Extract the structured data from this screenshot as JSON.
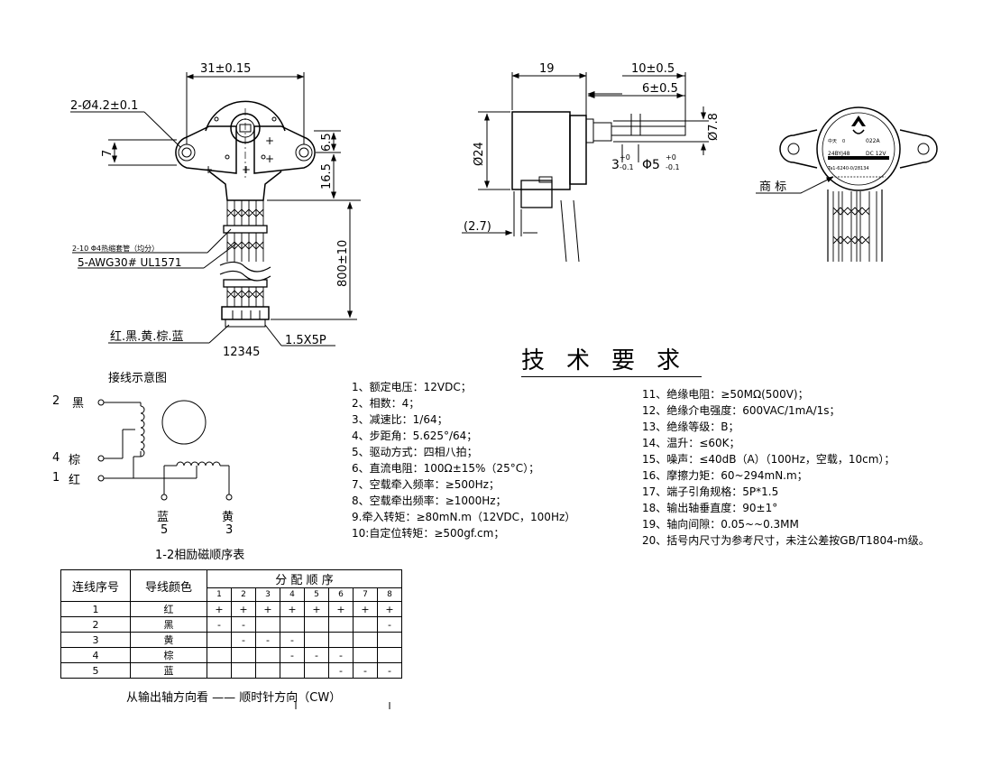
{
  "front_view": {
    "dim_width": "31±0.15",
    "dim_holes": "2-Ø4.2±0.1",
    "dim_left_7": "7",
    "dim_right_65": "6.5",
    "dim_right_165": "16.5",
    "dim_lead_800": "800±10",
    "sleeve_note": "2-10 Φ4热缩套管（均分）",
    "wire_note": "5-AWG30# UL1571",
    "wire_colors": "红.黑.黄.棕.蓝",
    "pin_numbers": "12345",
    "connector": "1.5X5P"
  },
  "side_view": {
    "dim_19": "19",
    "dim_10": "10±0.5",
    "dim_6": "6±0.5",
    "dim_24": "Ø24",
    "dim_78": "Ø7.8",
    "dim_3": "3",
    "dim_3_tol_top": "+0",
    "dim_3_tol_bot": "-0.1",
    "dim_5": "Φ5",
    "dim_5_tol_top": "+0",
    "dim_5_tol_bot": "-0.1",
    "dim_27": "(2.7)"
  },
  "label_view": {
    "label_note": "商 标",
    "label_model": "24BYJ48",
    "label_voltage": "DC 12V",
    "label_code": "022A",
    "label_small_a": "中天",
    "label_small_b": "0",
    "label_small_c": "Ta1-6240-0/28134"
  },
  "wiring": {
    "title": "接线示意图",
    "left_labels": [
      {
        "num": "2",
        "color": "黑"
      },
      {
        "num": "4",
        "color": "棕"
      },
      {
        "num": "1",
        "color": "红"
      }
    ],
    "bottom_labels": [
      {
        "color": "蓝",
        "num": "5"
      },
      {
        "color": "黄",
        "num": "3"
      }
    ],
    "sequence_title": "1-2相励磁顺序表"
  },
  "table": {
    "header_no": "连线序号",
    "header_color": "导线颜色",
    "header_seq": "分 配 顺 序",
    "steps": [
      "1",
      "2",
      "3",
      "4",
      "5",
      "6",
      "7",
      "8"
    ],
    "rows": [
      {
        "no": "1",
        "color": "红",
        "cells": [
          "+",
          "+",
          "+",
          "+",
          "+",
          "+",
          "+",
          "+"
        ]
      },
      {
        "no": "2",
        "color": "黑",
        "cells": [
          "-",
          "-",
          "",
          "",
          "",
          "",
          "",
          "-"
        ]
      },
      {
        "no": "3",
        "color": "黄",
        "cells": [
          "",
          "-",
          "-",
          "-",
          "",
          "",
          "",
          ""
        ]
      },
      {
        "no": "4",
        "color": "棕",
        "cells": [
          "",
          "",
          "",
          "-",
          "-",
          "-",
          "",
          ""
        ]
      },
      {
        "no": "5",
        "color": "蓝",
        "cells": [
          "",
          "",
          "",
          "",
          "",
          "-",
          "-",
          "-"
        ]
      }
    ],
    "footer": "从输出轴方向看 —— 顺时针方向（CW）"
  },
  "specs": {
    "title": "技术要求",
    "left": [
      "1、额定电压：12VDC；",
      "2、相数：4；",
      "3、减速比：1/64；",
      "4、步距角：5.625°/64；",
      "5、驱动方式：四相八拍；",
      "6、直流电阻：100Ω±15%（25°C）；",
      "7、空载牵入频率：≥500Hz；",
      "8、空载牵出频率：≥1000Hz；",
      "9.牵入转矩：≥80mN.m（12VDC，100Hz）",
      "10:自定位转矩：≥500gf.cm；"
    ],
    "right": [
      "11、绝缘电阻：≥50MΩ(500V)；",
      "12、绝缘介电强度：600VAC/1mA/1s；",
      "13、绝缘等级：B；",
      "14、温升：≤60K；",
      "15、噪声：≤40dB（A）（100Hz，空载，10cm）；",
      "16、摩擦力矩：60~294mN.m；",
      "17、端子引角规格：5P*1.5",
      "18、输出轴垂直度：90±1°",
      "19、轴向间隙：0.05~~0.3MM",
      "20、括号内尺寸为参考尺寸，未注公差按GB/T1804-m级。"
    ]
  }
}
